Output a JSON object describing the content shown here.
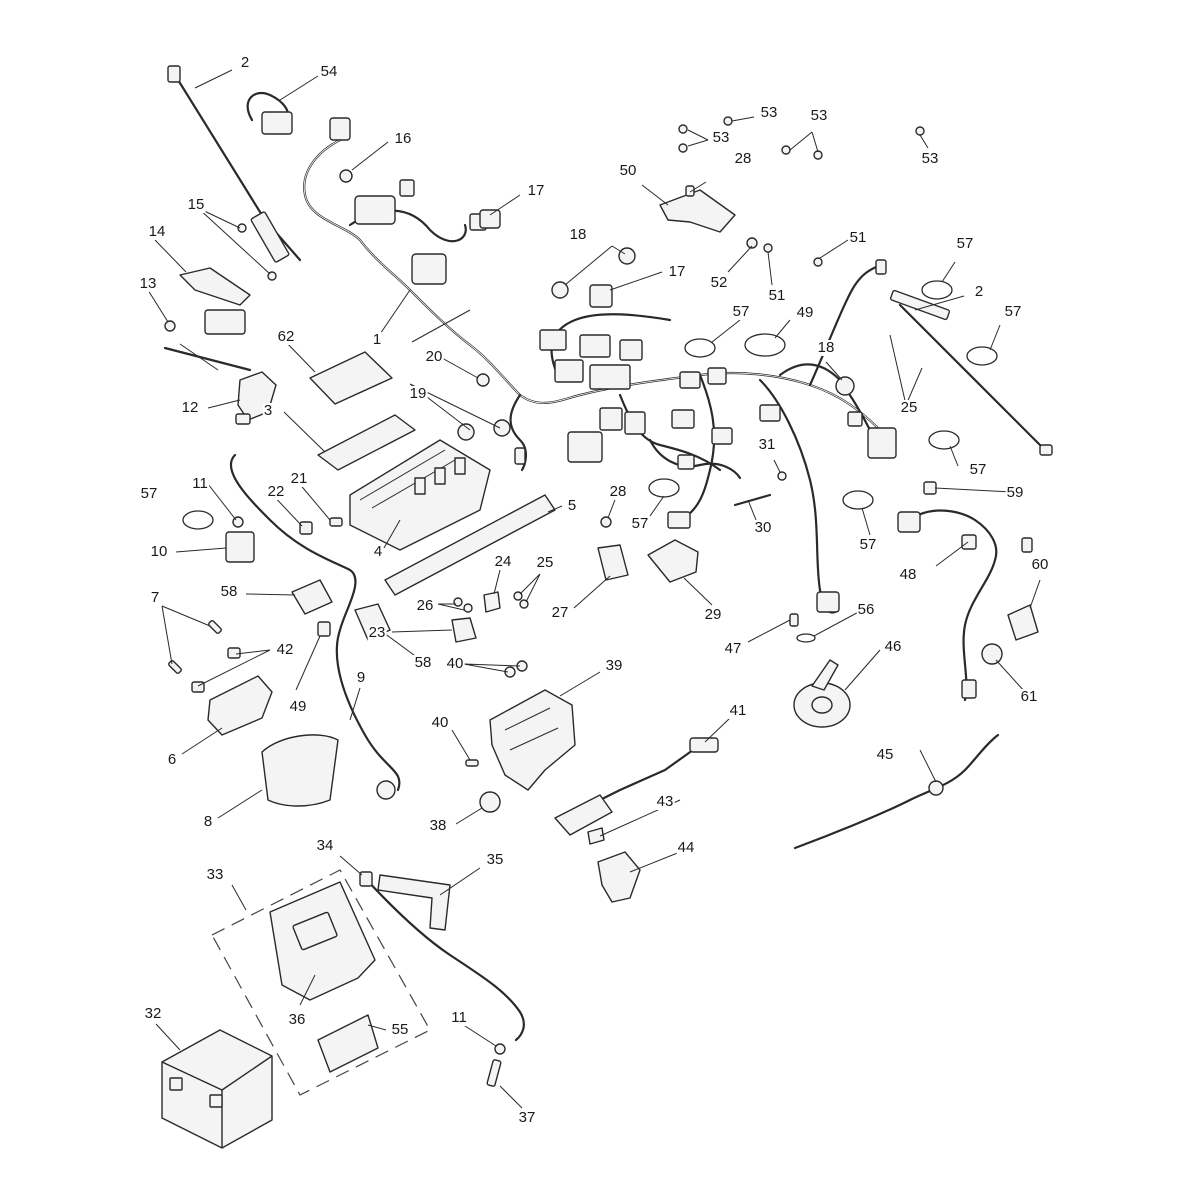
{
  "callouts": [
    {
      "label": "1"
    },
    {
      "label": "2"
    },
    {
      "label": "2"
    },
    {
      "label": "3"
    },
    {
      "label": "4"
    },
    {
      "label": "5"
    },
    {
      "label": "6"
    },
    {
      "label": "7"
    },
    {
      "label": "8"
    },
    {
      "label": "9"
    },
    {
      "label": "10"
    },
    {
      "label": "11"
    },
    {
      "label": "11"
    },
    {
      "label": "12"
    },
    {
      "label": "13"
    },
    {
      "label": "14"
    },
    {
      "label": "15"
    },
    {
      "label": "16"
    },
    {
      "label": "17"
    },
    {
      "label": "17"
    },
    {
      "label": "18"
    },
    {
      "label": "18"
    },
    {
      "label": "19"
    },
    {
      "label": "20"
    },
    {
      "label": "21"
    },
    {
      "label": "22"
    },
    {
      "label": "23"
    },
    {
      "label": "24"
    },
    {
      "label": "25"
    },
    {
      "label": "25"
    },
    {
      "label": "26"
    },
    {
      "label": "27"
    },
    {
      "label": "28"
    },
    {
      "label": "28"
    },
    {
      "label": "29"
    },
    {
      "label": "30"
    },
    {
      "label": "31"
    },
    {
      "label": "32"
    },
    {
      "label": "33"
    },
    {
      "label": "34"
    },
    {
      "label": "35"
    },
    {
      "label": "36"
    },
    {
      "label": "37"
    },
    {
      "label": "38"
    },
    {
      "label": "39"
    },
    {
      "label": "40"
    },
    {
      "label": "40"
    },
    {
      "label": "41"
    },
    {
      "label": "42"
    },
    {
      "label": "43"
    },
    {
      "label": "44"
    },
    {
      "label": "45"
    },
    {
      "label": "46"
    },
    {
      "label": "47"
    },
    {
      "label": "48"
    },
    {
      "label": "49"
    },
    {
      "label": "49"
    },
    {
      "label": "50"
    },
    {
      "label": "51"
    },
    {
      "label": "51"
    },
    {
      "label": "52"
    },
    {
      "label": "53"
    },
    {
      "label": "53"
    },
    {
      "label": "53"
    },
    {
      "label": "53"
    },
    {
      "label": "54"
    },
    {
      "label": "55"
    },
    {
      "label": "56"
    },
    {
      "label": "57"
    },
    {
      "label": "57"
    },
    {
      "label": "57"
    },
    {
      "label": "57"
    },
    {
      "label": "57"
    },
    {
      "label": "57"
    },
    {
      "label": "57"
    },
    {
      "label": "58"
    },
    {
      "label": "58"
    },
    {
      "label": "59"
    },
    {
      "label": "60"
    },
    {
      "label": "61"
    },
    {
      "label": "62"
    }
  ]
}
